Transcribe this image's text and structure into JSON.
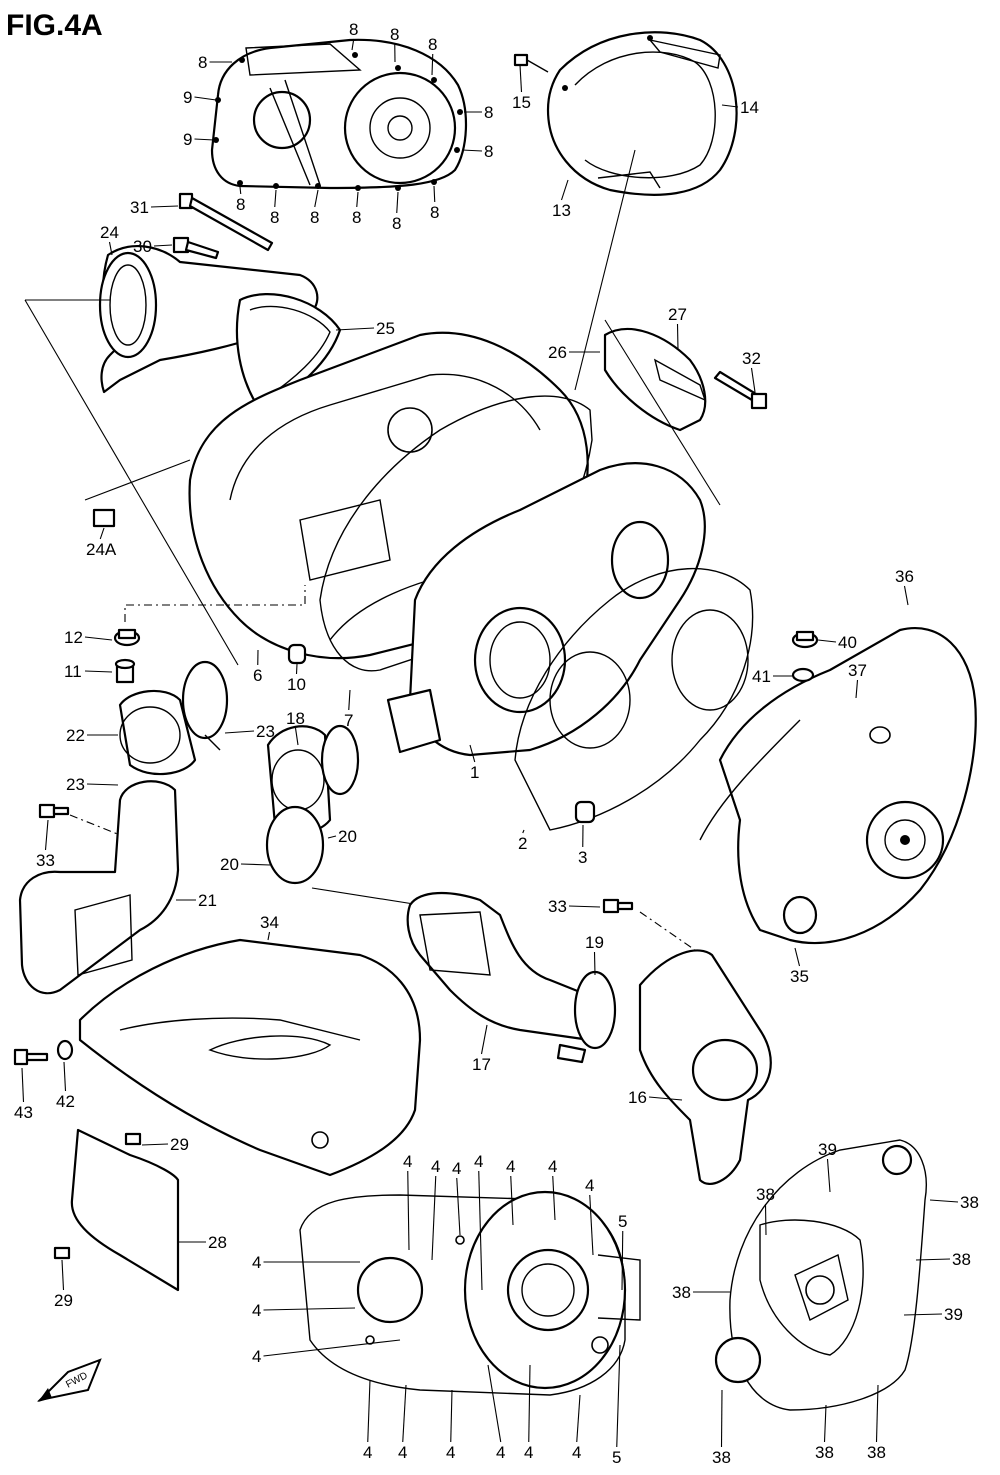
{
  "figure": {
    "title": "FIG.4A"
  },
  "badge": {
    "text": "FWD"
  },
  "callouts": [
    {
      "id": "c8a",
      "text": "8"
    },
    {
      "id": "c8b",
      "text": "8"
    },
    {
      "id": "c8c",
      "text": "8"
    },
    {
      "id": "c8d",
      "text": "8"
    },
    {
      "id": "c8e",
      "text": "8"
    },
    {
      "id": "c8f",
      "text": "8"
    },
    {
      "id": "c9a",
      "text": "9"
    },
    {
      "id": "c9b",
      "text": "9"
    },
    {
      "id": "c8g",
      "text": "8"
    },
    {
      "id": "c8h",
      "text": "8"
    },
    {
      "id": "c8i",
      "text": "8"
    },
    {
      "id": "c8j",
      "text": "8"
    },
    {
      "id": "c8k",
      "text": "8"
    },
    {
      "id": "c8l",
      "text": "8"
    },
    {
      "id": "c15",
      "text": "15"
    },
    {
      "id": "c14",
      "text": "14"
    },
    {
      "id": "c13",
      "text": "13"
    },
    {
      "id": "c31",
      "text": "31"
    },
    {
      "id": "c30",
      "text": "30"
    },
    {
      "id": "c24",
      "text": "24"
    },
    {
      "id": "c25",
      "text": "25"
    },
    {
      "id": "c26",
      "text": "26"
    },
    {
      "id": "c27",
      "text": "27"
    },
    {
      "id": "c32",
      "text": "32"
    },
    {
      "id": "c24A",
      "text": "24A"
    },
    {
      "id": "c36",
      "text": "36"
    },
    {
      "id": "c12",
      "text": "12"
    },
    {
      "id": "c11",
      "text": "11"
    },
    {
      "id": "c6",
      "text": "6"
    },
    {
      "id": "c10",
      "text": "10"
    },
    {
      "id": "c7",
      "text": "7"
    },
    {
      "id": "c40",
      "text": "40"
    },
    {
      "id": "c41",
      "text": "41"
    },
    {
      "id": "c37",
      "text": "37"
    },
    {
      "id": "c22",
      "text": "22"
    },
    {
      "id": "c23a",
      "text": "23"
    },
    {
      "id": "c23b",
      "text": "23"
    },
    {
      "id": "c18",
      "text": "18"
    },
    {
      "id": "c1",
      "text": "1"
    },
    {
      "id": "c2",
      "text": "2"
    },
    {
      "id": "c3",
      "text": "3"
    },
    {
      "id": "c33a",
      "text": "33"
    },
    {
      "id": "c20a",
      "text": "20"
    },
    {
      "id": "c20b",
      "text": "20"
    },
    {
      "id": "c21",
      "text": "21"
    },
    {
      "id": "c35",
      "text": "35"
    },
    {
      "id": "c33b",
      "text": "33"
    },
    {
      "id": "c34",
      "text": "34"
    },
    {
      "id": "c19",
      "text": "19"
    },
    {
      "id": "c43",
      "text": "43"
    },
    {
      "id": "c42",
      "text": "42"
    },
    {
      "id": "c17",
      "text": "17"
    },
    {
      "id": "c16",
      "text": "16"
    },
    {
      "id": "c29a",
      "text": "29"
    },
    {
      "id": "c28",
      "text": "28"
    },
    {
      "id": "c29b",
      "text": "29"
    },
    {
      "id": "c4a",
      "text": "4"
    },
    {
      "id": "c4b",
      "text": "4"
    },
    {
      "id": "c4c",
      "text": "4"
    },
    {
      "id": "c4d",
      "text": "4"
    },
    {
      "id": "c4e",
      "text": "4"
    },
    {
      "id": "c4f",
      "text": "4"
    },
    {
      "id": "c4g",
      "text": "4"
    },
    {
      "id": "c5a",
      "text": "5"
    },
    {
      "id": "c4h",
      "text": "4"
    },
    {
      "id": "c4i",
      "text": "4"
    },
    {
      "id": "c4j",
      "text": "4"
    },
    {
      "id": "c39a",
      "text": "39"
    },
    {
      "id": "c38a",
      "text": "38"
    },
    {
      "id": "c38b",
      "text": "38"
    },
    {
      "id": "c38c",
      "text": "38"
    },
    {
      "id": "c38d",
      "text": "38"
    },
    {
      "id": "c39b",
      "text": "39"
    },
    {
      "id": "c4k",
      "text": "4"
    },
    {
      "id": "c4l",
      "text": "4"
    },
    {
      "id": "c4m",
      "text": "4"
    },
    {
      "id": "c4n",
      "text": "4"
    },
    {
      "id": "c4o",
      "text": "4"
    },
    {
      "id": "c4p",
      "text": "4"
    },
    {
      "id": "c5b",
      "text": "5"
    },
    {
      "id": "c38e",
      "text": "38"
    },
    {
      "id": "c38f",
      "text": "38"
    },
    {
      "id": "c38g",
      "text": "38"
    }
  ]
}
